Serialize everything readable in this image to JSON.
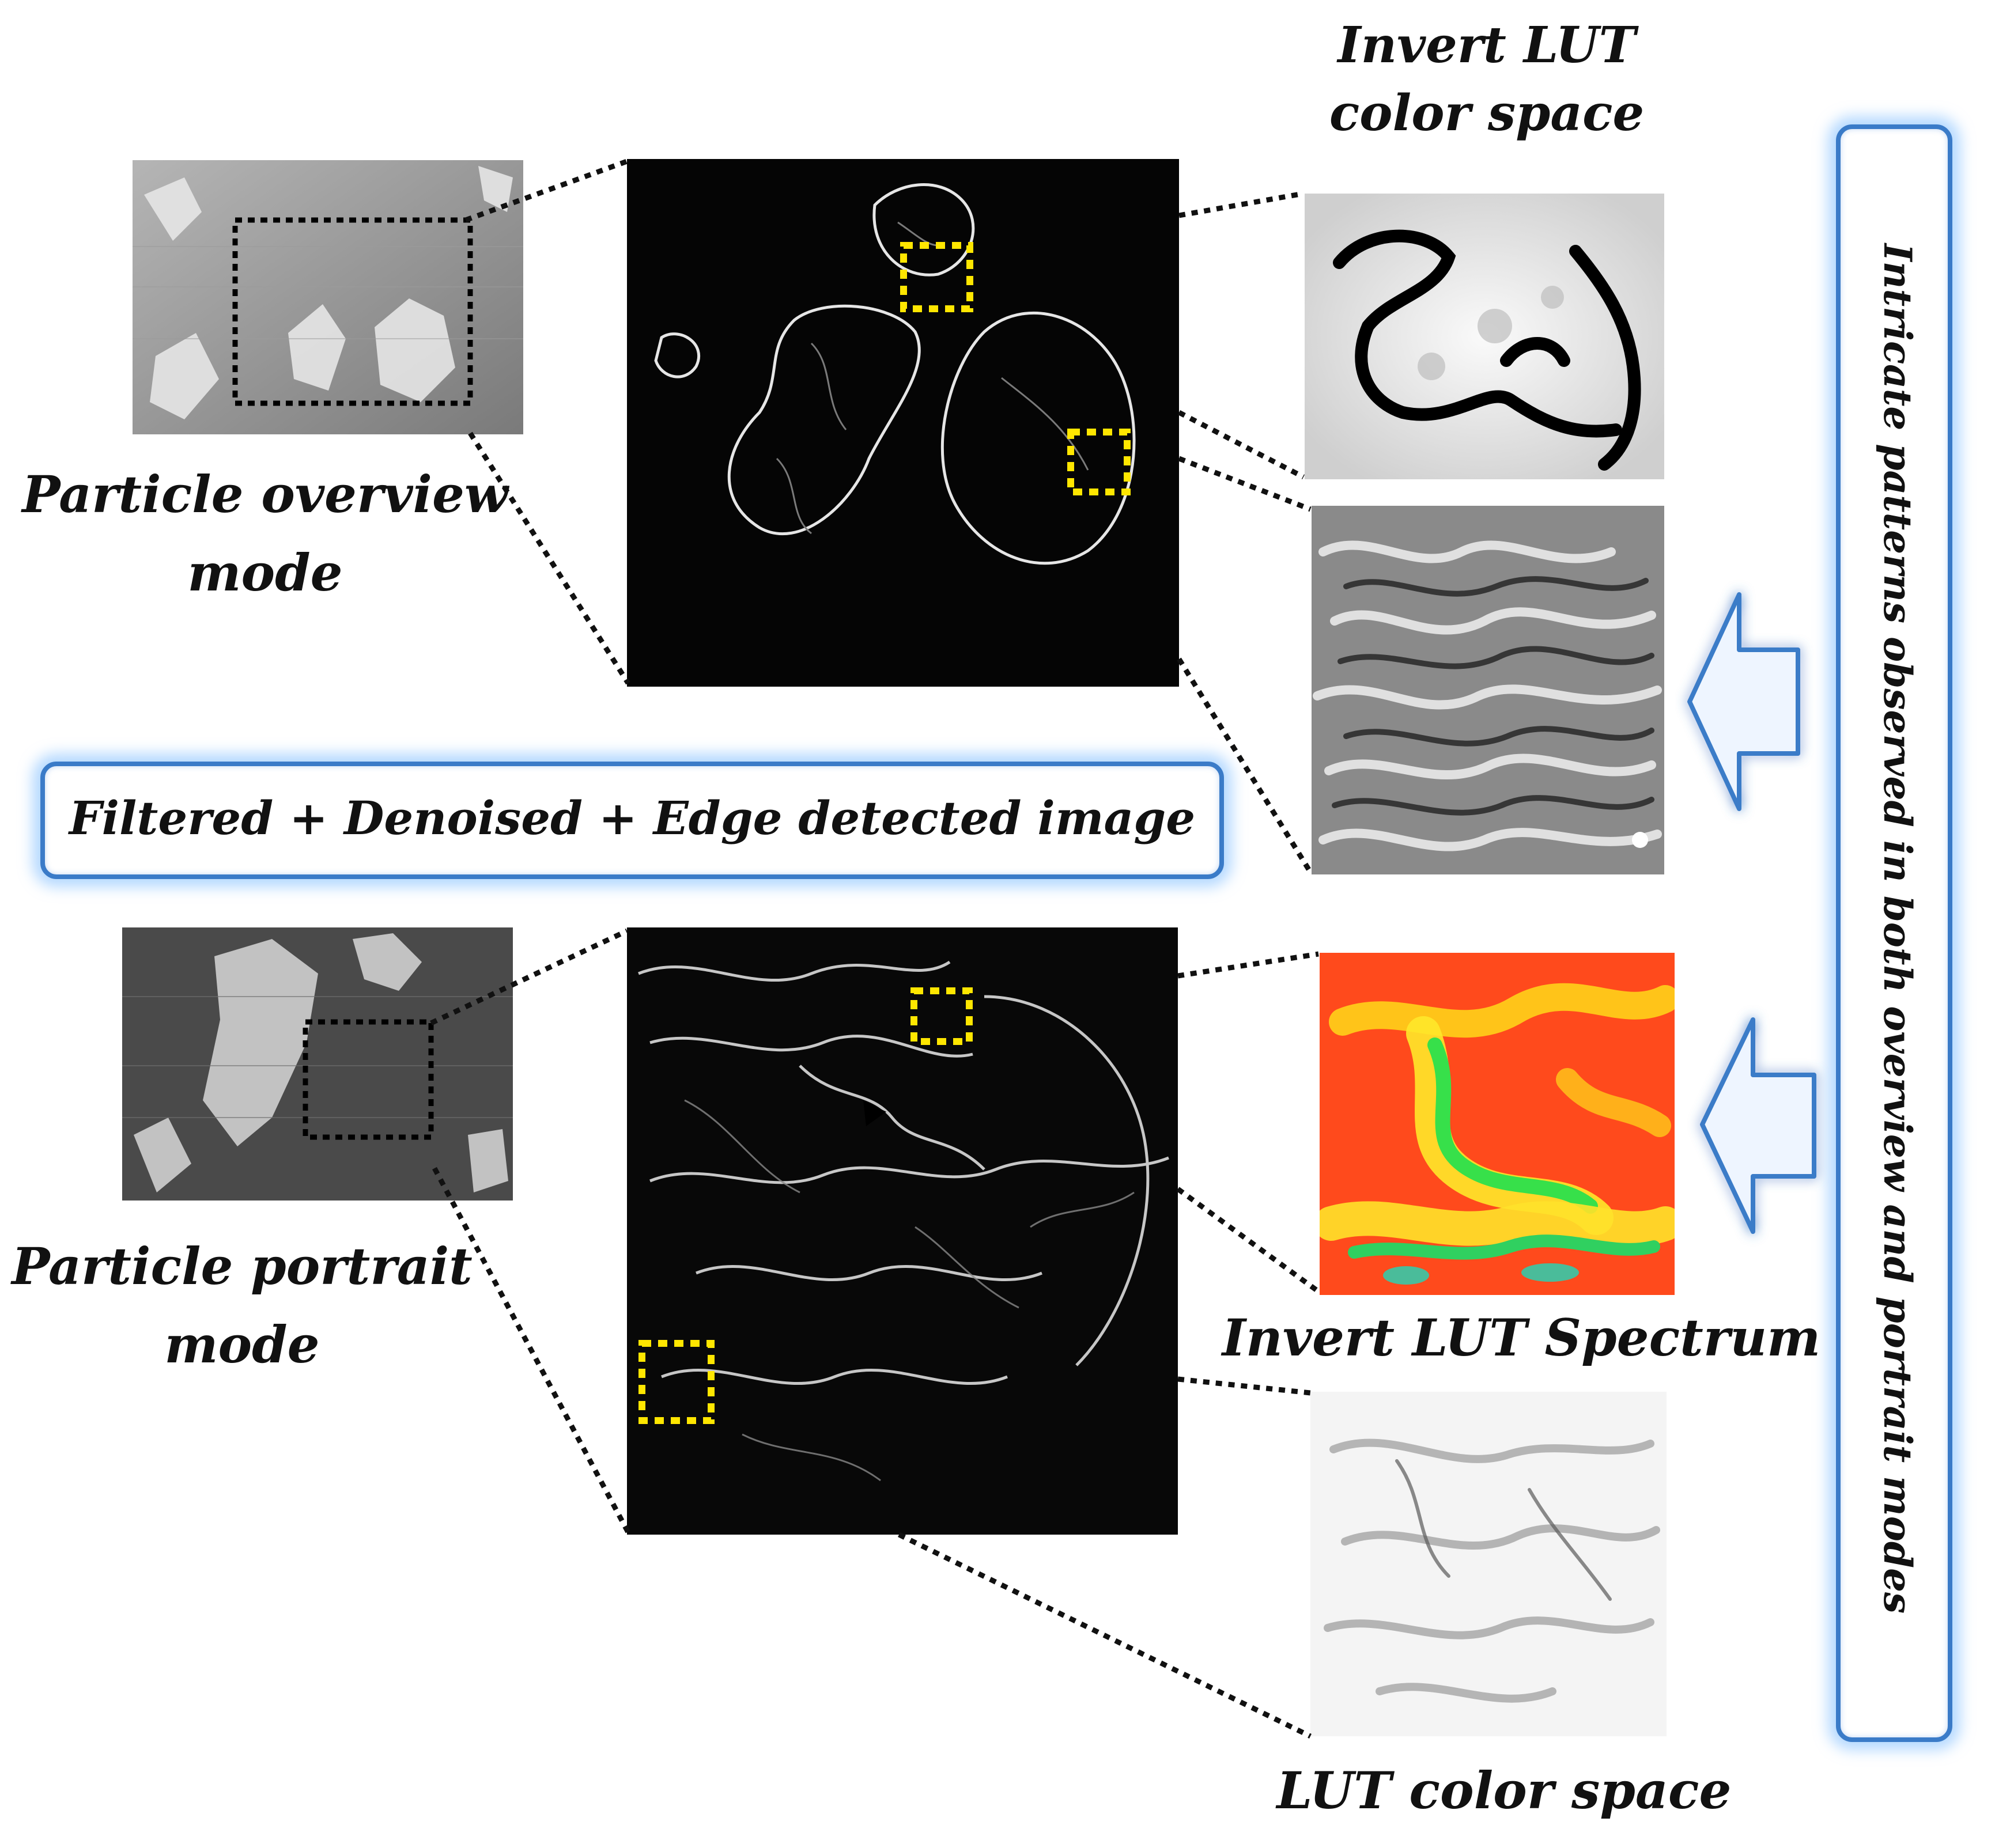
{
  "labels": {
    "invert_lut_color_space_line1": "Invert LUT",
    "invert_lut_color_space_line2": "color space",
    "particle_overview_line1": "Particle overview",
    "particle_overview_line2": "mode",
    "particle_portrait_line1": "Particle portrait",
    "particle_portrait_line2": "mode",
    "filtered_banner": "Filtered + Denoised + Edge detected image",
    "invert_lut_spectrum": "Invert LUT Spectrum",
    "lut_color_space": "LUT color space",
    "vertical_callout": "Intricate patterns observed in both overview and portrait modes"
  },
  "colors": {
    "callout_border": "#3a7bc8",
    "callout_glow": "#78b9ff",
    "roi_box": "#ffe600",
    "arrow_fill": "#e8f2ff"
  }
}
